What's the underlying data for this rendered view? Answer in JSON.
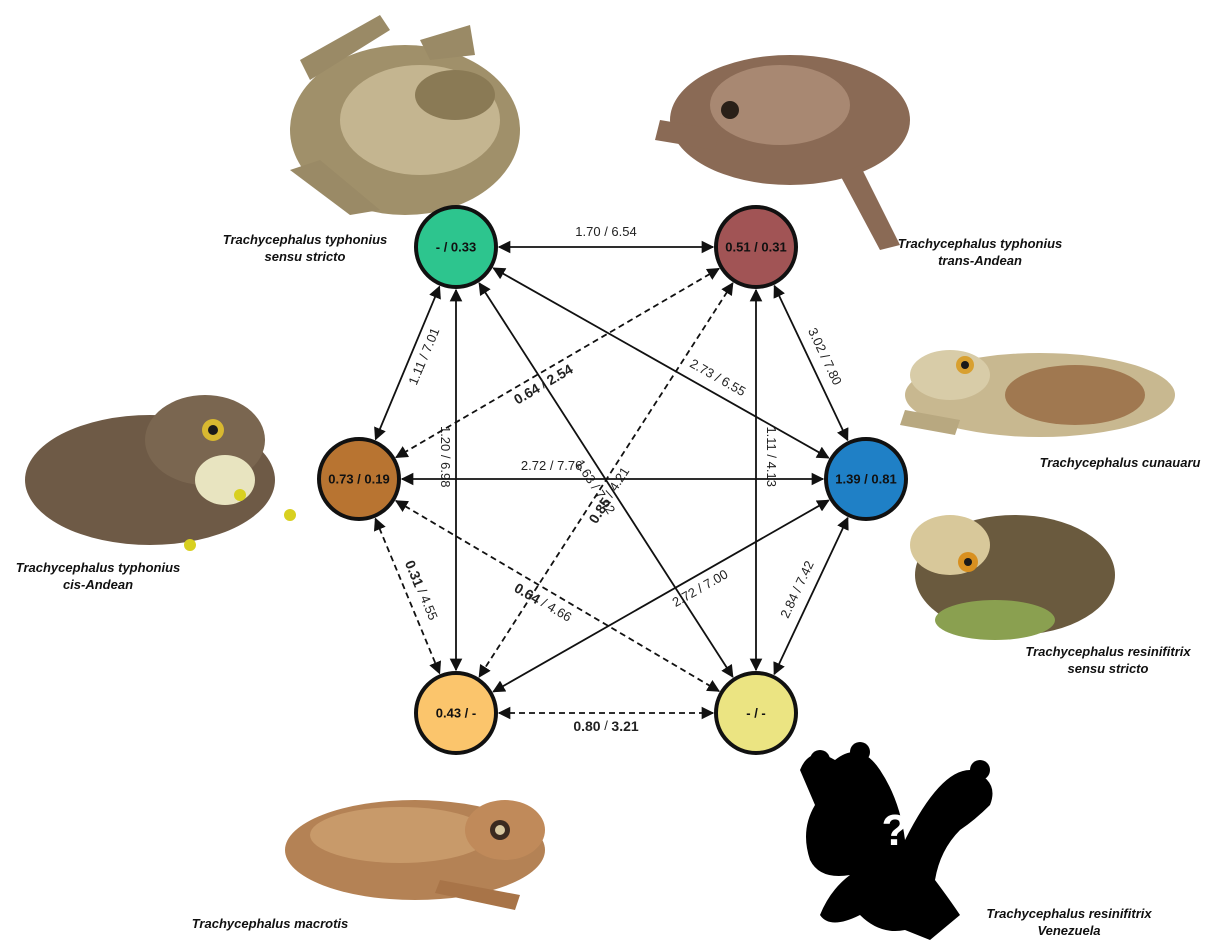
{
  "nodes": [
    {
      "id": "tss",
      "label": "- / 0.33",
      "color": "#2dc58e"
    },
    {
      "id": "tta",
      "label": "0.51 / 0.31",
      "color": "#a15455"
    },
    {
      "id": "tca",
      "label": "0.73 / 0.19",
      "color": "#b87431"
    },
    {
      "id": "cun",
      "label": "1.39 / 0.81",
      "color": "#1f80c6"
    },
    {
      "id": "mac",
      "label": "0.43 / -",
      "color": "#fbc56c"
    },
    {
      "id": "rven",
      "label": "- / -",
      "color": "#ebe482"
    }
  ],
  "edges": [
    {
      "from": "tss",
      "to": "tta",
      "dashed": false,
      "bold_a": false,
      "a": "1.70",
      "bold_b": false,
      "b": "6.54"
    },
    {
      "from": "tss",
      "to": "tca",
      "dashed": false,
      "bold_a": false,
      "a": "1.11",
      "bold_b": false,
      "b": "7.01"
    },
    {
      "from": "tss",
      "to": "cun",
      "dashed": false,
      "bold_a": false,
      "a": "2.73",
      "bold_b": false,
      "b": "6.55"
    },
    {
      "from": "tss",
      "to": "mac",
      "dashed": false,
      "bold_a": false,
      "a": "1.20",
      "bold_b": false,
      "b": "6.98"
    },
    {
      "from": "tss",
      "to": "rven",
      "dashed": false,
      "bold_a": false,
      "a": "1.63",
      "bold_b": false,
      "b": "7.42"
    },
    {
      "from": "tta",
      "to": "tca",
      "dashed": true,
      "bold_a": true,
      "a": "0.64",
      "bold_b": true,
      "b": "2.54"
    },
    {
      "from": "tta",
      "to": "cun",
      "dashed": false,
      "bold_a": false,
      "a": "3.02",
      "bold_b": false,
      "b": "7.80"
    },
    {
      "from": "tta",
      "to": "mac",
      "dashed": true,
      "bold_a": true,
      "a": "0.85",
      "bold_b": false,
      "b": "4.21"
    },
    {
      "from": "tta",
      "to": "rven",
      "dashed": false,
      "bold_a": false,
      "a": "1.11",
      "bold_b": false,
      "b": "4.13"
    },
    {
      "from": "tca",
      "to": "cun",
      "dashed": false,
      "bold_a": false,
      "a": "2.72",
      "bold_b": false,
      "b": "7.76"
    },
    {
      "from": "tca",
      "to": "mac",
      "dashed": true,
      "bold_a": true,
      "a": "0.31",
      "bold_b": false,
      "b": "4.55"
    },
    {
      "from": "tca",
      "to": "rven",
      "dashed": true,
      "bold_a": true,
      "a": "0.64",
      "bold_b": false,
      "b": "4.66"
    },
    {
      "from": "cun",
      "to": "mac",
      "dashed": false,
      "bold_a": false,
      "a": "2.72",
      "bold_b": false,
      "b": "7.00"
    },
    {
      "from": "cun",
      "to": "rven",
      "dashed": false,
      "bold_a": false,
      "a": "2.84",
      "bold_b": false,
      "b": "7.42"
    },
    {
      "from": "mac",
      "to": "rven",
      "dashed": true,
      "bold_a": true,
      "a": "0.80",
      "bold_b": true,
      "b": "3.21"
    }
  ],
  "species": {
    "tss": {
      "line1": "Trachycephalus typhonius",
      "line2": "sensu stricto"
    },
    "tta": {
      "line1": "Trachycephalus typhonius",
      "line2": "trans-Andean"
    },
    "tca": {
      "line1": "Trachycephalus typhonius",
      "line2": "cis-Andean"
    },
    "cun": {
      "line1": "Trachycephalus cunauaru",
      "line2": ""
    },
    "rss": {
      "line1": "Trachycephalus resinifitrix",
      "line2": "sensu stricto"
    },
    "mac": {
      "line1": "Trachycephalus macrotis",
      "line2": ""
    },
    "rven": {
      "line1": "Trachycephalus resinifitrix",
      "line2": "Venezuela"
    }
  },
  "silhouette_mark": "?"
}
